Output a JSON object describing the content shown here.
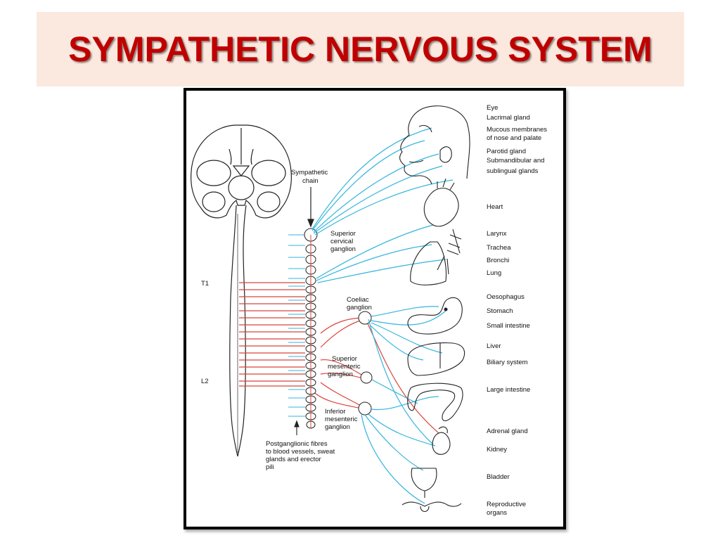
{
  "slide": {
    "title": "SYMPATHETIC NERVOUS SYSTEM"
  },
  "colors": {
    "title": "#c00000",
    "banner": "#fbe9df",
    "preganglionic": "#d9453a",
    "postganglionic": "#33b5dd"
  },
  "diagram": {
    "chain_label": [
      "Sympathetic",
      "chain"
    ],
    "spinal_levels": {
      "top": "T1",
      "bottom": "L2"
    },
    "ganglia": {
      "superior_cervical": [
        "Superior",
        "cervical",
        "ganglion"
      ],
      "coeliac": [
        "Coeliac",
        "ganglion"
      ],
      "superior_mesenteric": [
        "Superior",
        "mesenteric",
        "ganglion"
      ],
      "inferior_mesenteric": [
        "Inferior",
        "mesenteric",
        "ganglion"
      ]
    },
    "postganglionic_note": [
      "Postganglionic fibres",
      "to blood vessels, sweat",
      "glands and erector",
      "pili"
    ],
    "organs": {
      "eye": "Eye",
      "lacrimal": "Lacrimal gland",
      "mucous_1": "Mucous membranes",
      "mucous_2": "of nose and palate",
      "parotid": "Parotid gland",
      "submandibular_1": "Submandibular and",
      "submandibular_2": "sublingual glands",
      "heart": "Heart",
      "larynx": "Larynx",
      "trachea": "Trachea",
      "bronchi": "Bronchi",
      "lung": "Lung",
      "oesophagus": "Oesophagus",
      "stomach": "Stomach",
      "small_intestine": "Small intestine",
      "liver": "Liver",
      "biliary": "Biliary system",
      "large_intestine": "Large intestine",
      "adrenal": "Adrenal gland",
      "kidney": "Kidney",
      "bladder": "Bladder",
      "reproductive_1": "Reproductive",
      "reproductive_2": "organs"
    }
  }
}
